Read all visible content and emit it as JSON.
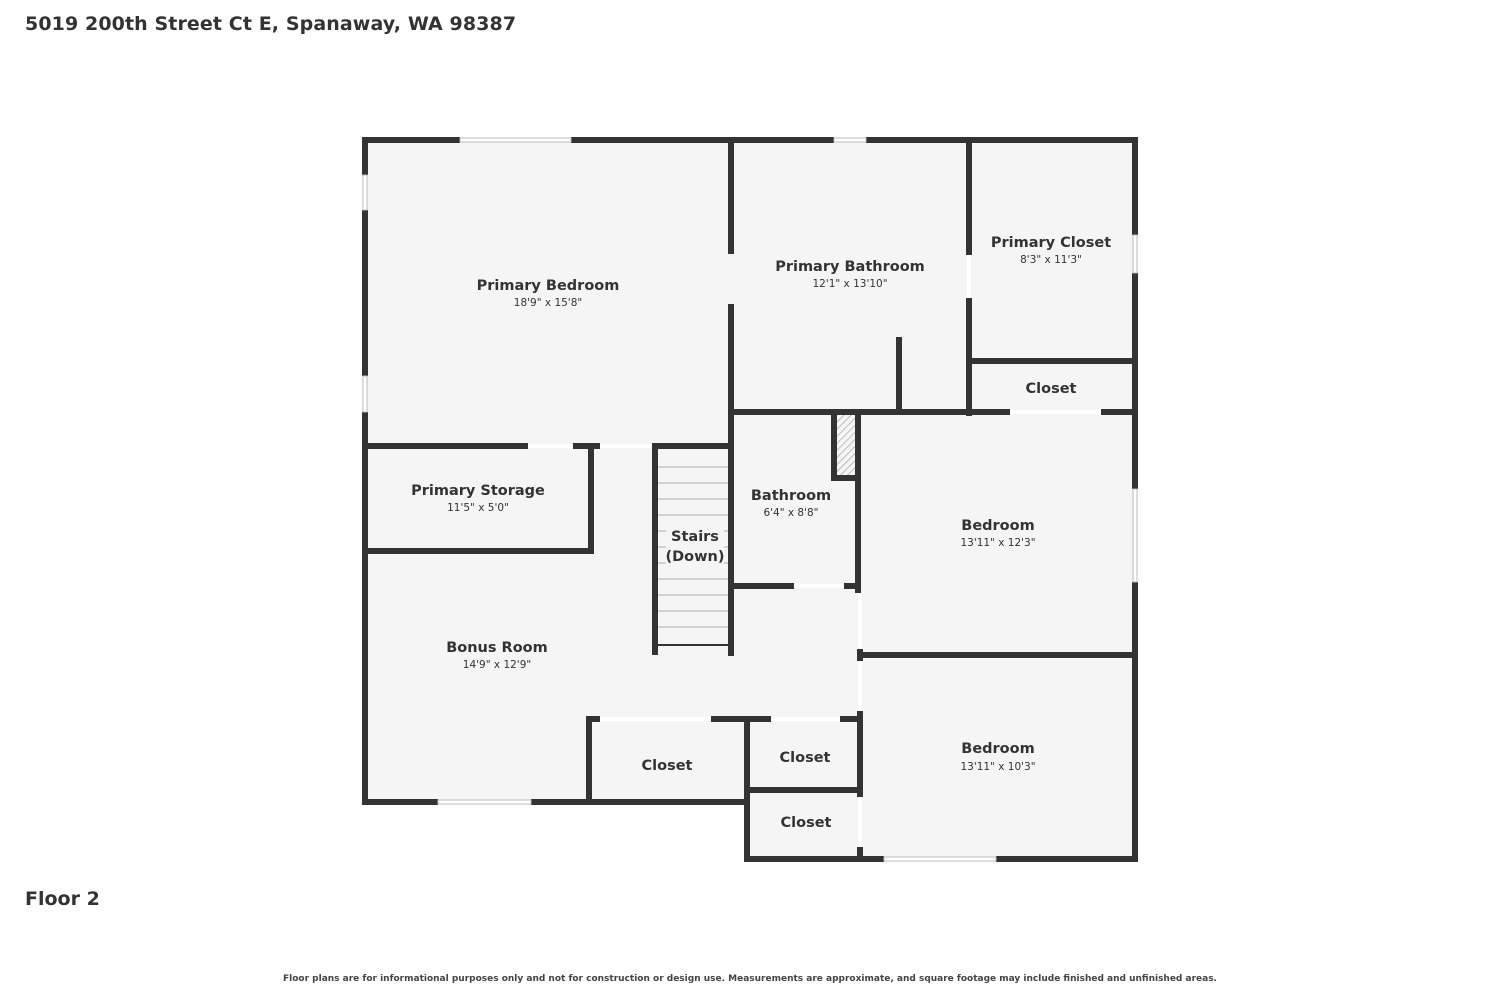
{
  "header": {
    "address": "5019 200th Street Ct E, Spanaway, WA 98387"
  },
  "floor": {
    "label": "Floor 2"
  },
  "footer": {
    "disclaimer": "Floor plans are for informational purposes only and not for construction or design use. Measurements are approximate, and square footage may include finished and unfinished areas."
  },
  "colors": {
    "wall": "#333333",
    "floor": "#f5f5f5",
    "background": "#ffffff"
  },
  "rooms": {
    "primary_bedroom": {
      "name": "Primary Bedroom",
      "dims": "18'9\" x 15'8\""
    },
    "primary_bathroom": {
      "name": "Primary Bathroom",
      "dims": "12'1\" x 13'10\""
    },
    "primary_closet": {
      "name": "Primary Closet",
      "dims": "8'3\" x 11'3\""
    },
    "closet_upper": {
      "name": "Closet"
    },
    "primary_storage": {
      "name": "Primary Storage",
      "dims": "11'5\" x 5'0\""
    },
    "stairs": {
      "name": "Stairs",
      "sub": "(Down)"
    },
    "bathroom": {
      "name": "Bathroom",
      "dims": "6'4\" x 8'8\""
    },
    "bedroom_1": {
      "name": "Bedroom",
      "dims": "13'11\" x 12'3\""
    },
    "bonus_room": {
      "name": "Bonus Room",
      "dims": "14'9\" x 12'9\""
    },
    "closet_bonus": {
      "name": "Closet"
    },
    "closet_mid": {
      "name": "Closet"
    },
    "closet_low": {
      "name": "Closet"
    },
    "bedroom_2": {
      "name": "Bedroom",
      "dims": "13'11\" x 10'3\""
    }
  }
}
